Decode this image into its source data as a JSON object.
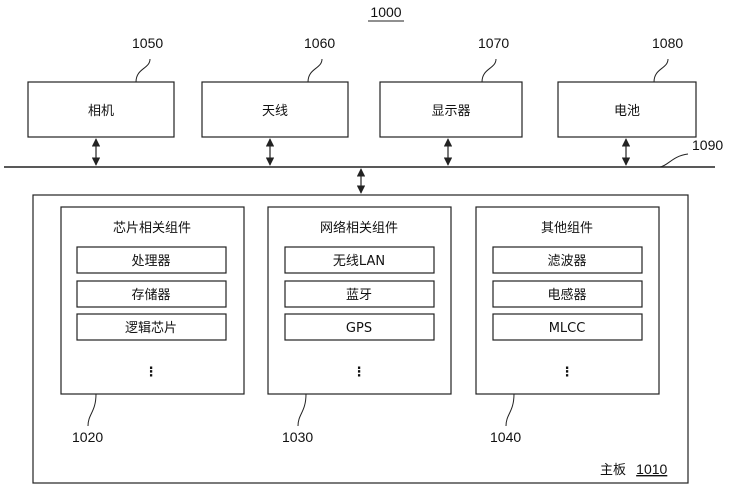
{
  "figure_number": "1000",
  "bus": {
    "ref": "1090"
  },
  "top_components": [
    {
      "ref": "1050",
      "label": "相机"
    },
    {
      "ref": "1060",
      "label": "天线"
    },
    {
      "ref": "1070",
      "label": "显示器"
    },
    {
      "ref": "1080",
      "label": "电池"
    }
  ],
  "mainboard": {
    "label": "主板",
    "ref": "1010",
    "groups": [
      {
        "ref": "1020",
        "title": "芯片相关组件",
        "items": [
          "处理器",
          "存储器",
          "逻辑芯片"
        ],
        "more": "⋮"
      },
      {
        "ref": "1030",
        "title": "网络相关组件",
        "items": [
          "无线LAN",
          "蓝牙",
          "GPS"
        ],
        "more": "⋮"
      },
      {
        "ref": "1040",
        "title": "其他组件",
        "items": [
          "滤波器",
          "电感器",
          "MLCC"
        ],
        "more": "⋮"
      }
    ]
  },
  "colors": {
    "line": "#222222",
    "background": "#ffffff"
  }
}
